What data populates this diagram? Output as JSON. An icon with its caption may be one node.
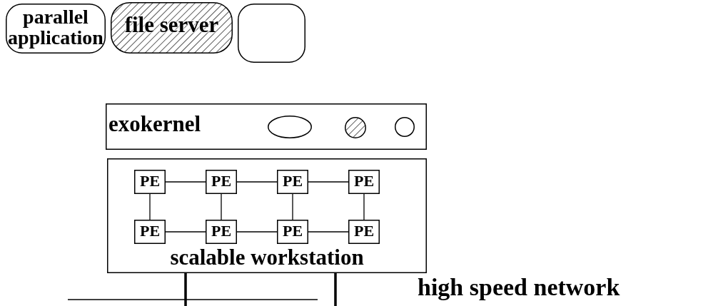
{
  "diagram": {
    "nodes": [
      {
        "text": [
          "parallel application"
        ]
      },
      {
        "text": [
          "file server"
        ]
      },
      {
        "text": [],
        "shape": "box"
      },
      {
        "text": [
          "exokernel"
        ]
      },
      {
        "text": [],
        "shape": "ellipse",
        "in": 3
      },
      {
        "text": [],
        "shape": "circle",
        "in": 3
      },
      {
        "text": [],
        "shape": "circle",
        "in": 3
      },
      {
        "text": [
          "scalable workstation"
        ]
      },
      {
        "text": [
          "PE"
        ],
        "in": 7
      },
      {
        "text": [
          "PE"
        ],
        "in": 7
      },
      {
        "text": [
          "PE"
        ],
        "in": 7
      },
      {
        "text": [
          "PE"
        ],
        "in": 7
      },
      {
        "text": [
          "PE"
        ],
        "in": 7
      },
      {
        "text": [
          "PE"
        ],
        "in": 7
      },
      {
        "text": [
          "PE"
        ],
        "in": 7
      },
      {
        "text": [
          "PE"
        ],
        "in": 7
      }
    ],
    "edges": [
      {
        "from": 8,
        "to": 9,
        "arrow": "none"
      },
      {
        "from": 9,
        "to": 10,
        "arrow": "none"
      },
      {
        "from": 10,
        "to": 11,
        "arrow": "none"
      },
      {
        "from": 12,
        "to": 13,
        "arrow": "none"
      },
      {
        "from": 13,
        "to": 14,
        "arrow": "none"
      },
      {
        "from": 14,
        "to": 15,
        "arrow": "none"
      },
      {
        "from": 8,
        "to": 12,
        "arrow": "none"
      },
      {
        "from": 9,
        "to": 13,
        "arrow": "none"
      },
      {
        "from": 10,
        "to": 14,
        "arrow": "none"
      },
      {
        "from": 11,
        "to": 15,
        "arrow": "none"
      }
    ],
    "labels": [
      "high speed network"
    ]
  }
}
